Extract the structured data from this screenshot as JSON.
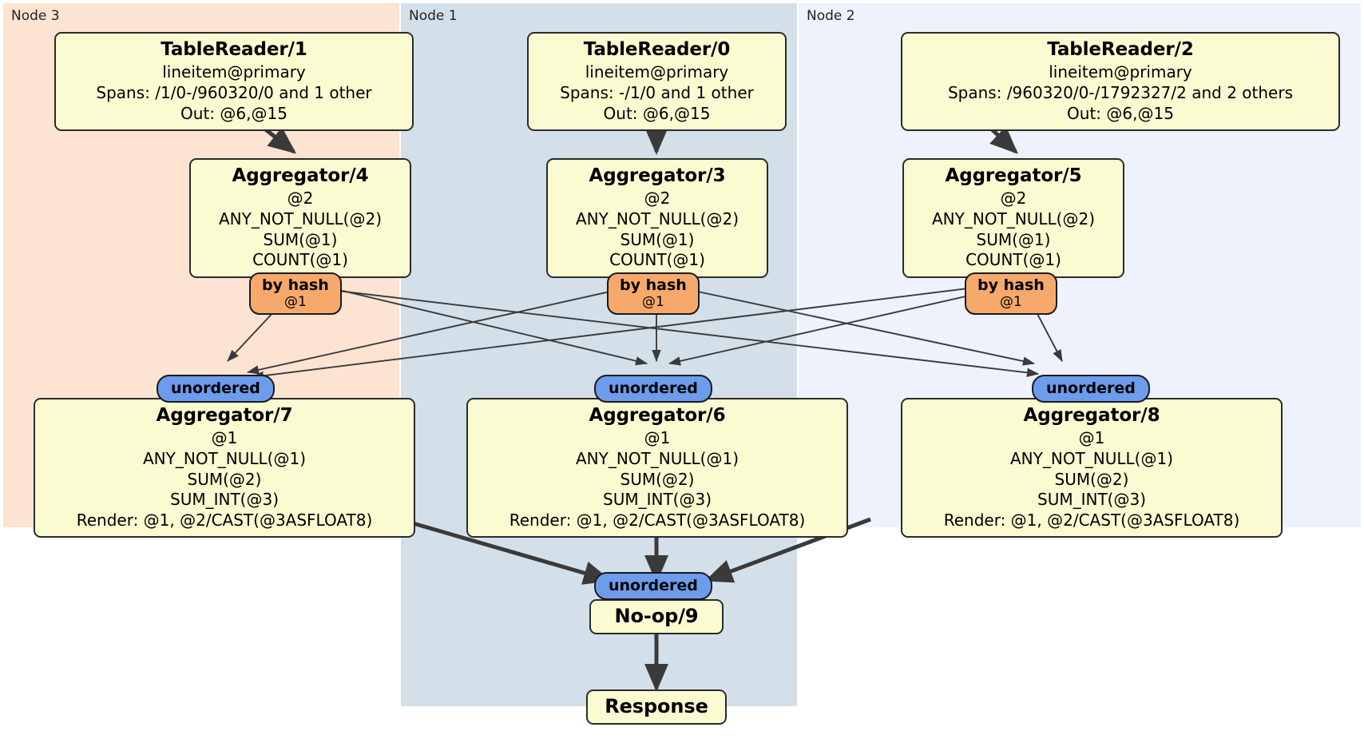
{
  "diagram": {
    "type": "distributed-query-plan",
    "colors": {
      "node3_panel": "#fce3d2",
      "node1_panel": "#d3e0ea",
      "node2_panel": "#edf2fc",
      "processor_box": "#fbfbd2",
      "hash_router": "#f7a96b",
      "unordered_synchronizer": "#6c9ceb",
      "edge": "#3a3a3a"
    }
  },
  "panels": [
    {
      "id": "node3",
      "label": "Node 3"
    },
    {
      "id": "node1",
      "label": "Node 1"
    },
    {
      "id": "node2",
      "label": "Node 2"
    }
  ],
  "processors": {
    "table_reader_1": {
      "title": "TableReader/1",
      "lines": [
        "lineitem@primary",
        "Spans: /1/0-/960320/0 and 1 other",
        "Out: @6,@15"
      ]
    },
    "table_reader_0": {
      "title": "TableReader/0",
      "lines": [
        "lineitem@primary",
        "Spans: -/1/0 and 1 other",
        "Out: @6,@15"
      ]
    },
    "table_reader_2": {
      "title": "TableReader/2",
      "lines": [
        "lineitem@primary",
        "Spans: /960320/0-/1792327/2 and 2 others",
        "Out: @6,@15"
      ]
    },
    "aggregator_4": {
      "title": "Aggregator/4",
      "lines": [
        "@2",
        "ANY_NOT_NULL(@2)",
        "SUM(@1)",
        "COUNT(@1)"
      ]
    },
    "aggregator_3": {
      "title": "Aggregator/3",
      "lines": [
        "@2",
        "ANY_NOT_NULL(@2)",
        "SUM(@1)",
        "COUNT(@1)"
      ]
    },
    "aggregator_5": {
      "title": "Aggregator/5",
      "lines": [
        "@2",
        "ANY_NOT_NULL(@2)",
        "SUM(@1)",
        "COUNT(@1)"
      ]
    },
    "aggregator_7": {
      "title": "Aggregator/7",
      "lines": [
        "@1",
        "ANY_NOT_NULL(@1)",
        "SUM(@2)",
        "SUM_INT(@3)",
        "Render: @1, @2/CAST(@3ASFLOAT8)"
      ]
    },
    "aggregator_6": {
      "title": "Aggregator/6",
      "lines": [
        "@1",
        "ANY_NOT_NULL(@1)",
        "SUM(@2)",
        "SUM_INT(@3)",
        "Render: @1, @2/CAST(@3ASFLOAT8)"
      ]
    },
    "aggregator_8": {
      "title": "Aggregator/8",
      "lines": [
        "@1",
        "ANY_NOT_NULL(@1)",
        "SUM(@2)",
        "SUM_INT(@3)",
        "Render: @1, @2/CAST(@3ASFLOAT8)"
      ]
    },
    "noop_9": {
      "title": "No-op/9"
    },
    "response": {
      "title": "Response"
    }
  },
  "routers": {
    "hash_left": {
      "kind": "by hash",
      "column": "@1"
    },
    "hash_center": {
      "kind": "by hash",
      "column": "@1"
    },
    "hash_right": {
      "kind": "by hash",
      "column": "@1"
    },
    "unordered_left": {
      "kind": "unordered"
    },
    "unordered_center": {
      "kind": "unordered"
    },
    "unordered_right": {
      "kind": "unordered"
    },
    "unordered_final": {
      "kind": "unordered"
    }
  }
}
